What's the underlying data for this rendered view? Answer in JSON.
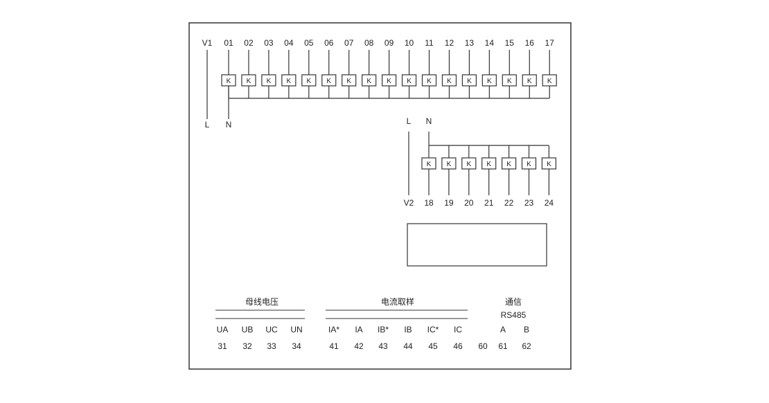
{
  "top_block": {
    "supply_label": "V1",
    "line_label": "L",
    "neutral_label": "N",
    "relay_label": "K",
    "terminals": [
      "01",
      "02",
      "03",
      "04",
      "05",
      "06",
      "07",
      "08",
      "09",
      "10",
      "11",
      "12",
      "13",
      "14",
      "15",
      "16",
      "17"
    ]
  },
  "bottom_block": {
    "supply_label": "V2",
    "line_label": "L",
    "neutral_label": "N",
    "relay_label": "K",
    "terminals": [
      "18",
      "19",
      "20",
      "21",
      "22",
      "23",
      "24"
    ]
  },
  "bus_voltage": {
    "title": "母线电压",
    "signals": [
      "UA",
      "UB",
      "UC",
      "UN"
    ],
    "terminals": [
      "31",
      "32",
      "33",
      "34"
    ]
  },
  "current_sampling": {
    "title": "电流取样",
    "signals": [
      "IA*",
      "IA",
      "IB*",
      "IB",
      "IC*",
      "IC"
    ],
    "terminals": [
      "41",
      "42",
      "43",
      "44",
      "45",
      "46"
    ]
  },
  "communication": {
    "title": "通信",
    "protocol": "RS485",
    "ground_terminal": "60",
    "signals": [
      "A",
      "B"
    ],
    "terminals": [
      "61",
      "62"
    ]
  }
}
